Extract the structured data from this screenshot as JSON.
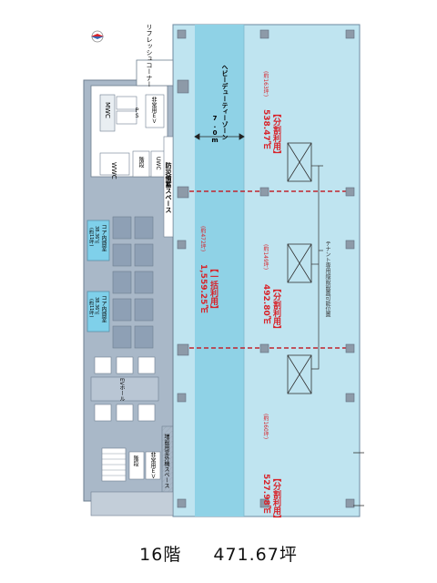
{
  "title": {
    "floor": "16階",
    "area_tsubo": "471.67坪"
  },
  "labels": {
    "refresh_corner": "リフレッシュコーナー",
    "heavy_duty_width": "7.0m",
    "heavy_duty_zone": "ヘビーデューティーゾーン",
    "disaster_storage": "防災備蓄スペース",
    "mwc": "MWC",
    "ps": "ＰＳ",
    "emergency_ev": "非常用ＥＶ",
    "wwc": "WWC",
    "stairs": "階段",
    "uwc": "UWC",
    "core_storage_upper_title": "コア内貸室",
    "core_storage_upper_area": "38.36㎡",
    "core_storage_upper_tsubo": "(約11坪)",
    "core_storage_lower_title": "コア内貸室",
    "core_storage_lower_area": "38.36㎡",
    "core_storage_lower_tsubo": "(約11坪)",
    "ev_hall": "EVホール",
    "outdoor_unit_space": "増設用室外機スペース",
    "stairs_lower": "階段",
    "sub_ev": "非常用ＥＶ",
    "tenant_riser": "テナント専用縦設設置可能位置"
  },
  "areas": {
    "whole": {
      "title": "【一括利用】",
      "area": "1,559.25㎡",
      "tsubo": "(約472坪)"
    },
    "split_top": {
      "title": "【分割利用】",
      "area": "538.47㎡",
      "tsubo": "(約163坪)"
    },
    "split_mid": {
      "title": "【分割利用】",
      "area": "492.80㎡",
      "tsubo": "(約149坪)"
    },
    "split_bottom": {
      "title": "【分割利用】",
      "area": "527.98㎡",
      "tsubo": "(約160坪)"
    }
  },
  "colors": {
    "office_floor": "#bfe4f0",
    "heavy_duty_zone": "#8fd2e6",
    "core": "#a9b8c8",
    "core_dark": "#8ea0b5",
    "core_room": "#7fd0ea",
    "column": "#8d9aa8",
    "split_line": "#c0242e",
    "text_red": "#d8232a"
  },
  "icons": {
    "compass": "north-arrow-icon"
  }
}
